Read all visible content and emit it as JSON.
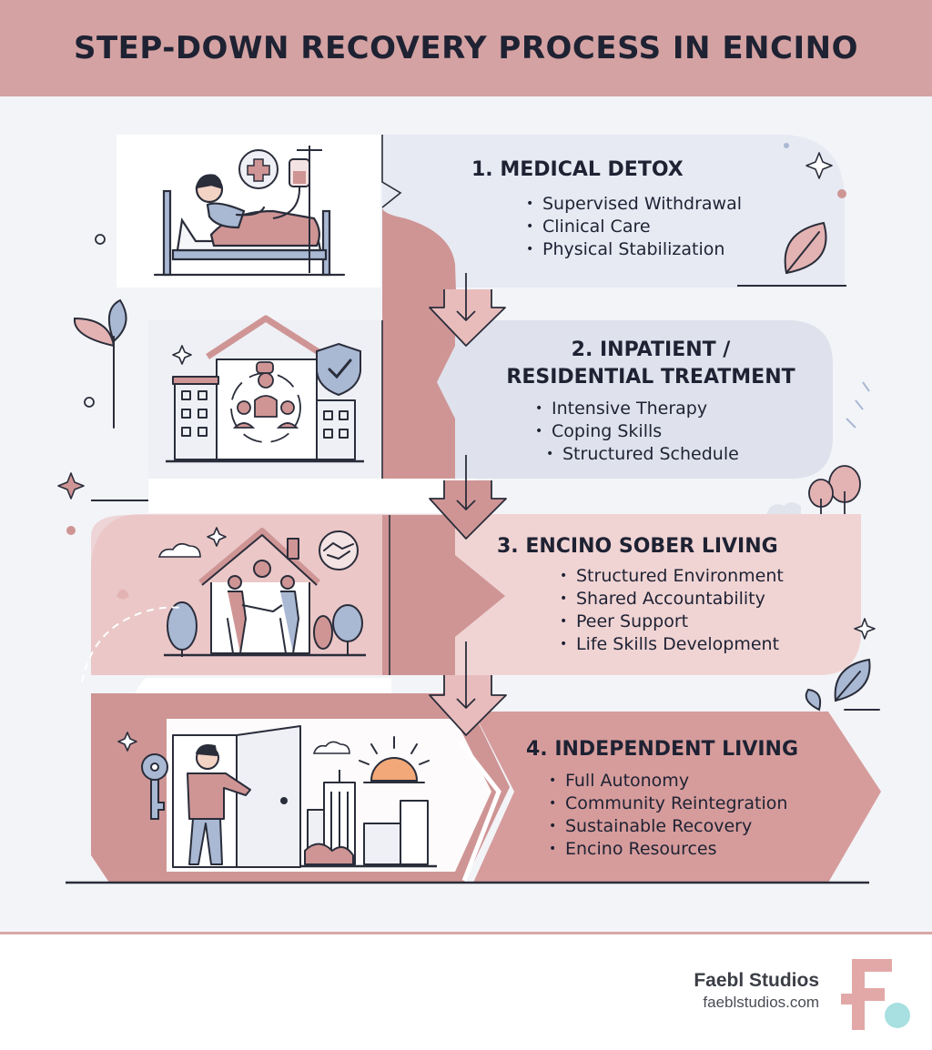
{
  "header": {
    "title": "STEP-DOWN RECOVERY PROCESS IN ENCINO"
  },
  "steps": [
    {
      "title": "1. MEDICAL DETOX",
      "bullets": [
        "Supervised Withdrawal",
        "Clinical Care",
        "Physical Stabilization"
      ]
    },
    {
      "title": "2. INPATIENT /",
      "title_line2": "RESIDENTIAL TREATMENT",
      "bullets": [
        "Intensive Therapy",
        "Coping Skills",
        "Structured Schedule"
      ]
    },
    {
      "title": "3. ENCINO SOBER LIVING",
      "bullets": [
        "Structured Environment",
        "Shared Accountability",
        "Peer Support",
        "Life Skills Development"
      ]
    },
    {
      "title": "4. INDEPENDENT LIVING",
      "bullets": [
        "Full Autonomy",
        "Community Reintegration",
        "Sustainable Recovery",
        "Encino Resources"
      ]
    }
  ],
  "footer": {
    "brand": "Faebl Studios",
    "url": "faeblstudios.com"
  },
  "colors": {
    "header": "#d4a2a2",
    "rose": "#cf9595",
    "rose_light": "#e8c3c3",
    "lavender": "#dde1ec",
    "navy": "#1e2233",
    "teal_dot": "#a8dfe0"
  },
  "icons": [
    "hospital-bed-icon",
    "medical-cross-icon",
    "iv-drip-icon",
    "treatment-building-icon",
    "shield-check-icon",
    "group-therapy-icon",
    "sober-house-icon",
    "handshake-icon",
    "open-door-icon",
    "key-icon",
    "city-skyline-icon",
    "sun-icon",
    "leaf-icon",
    "sparkle-icon",
    "tree-icon"
  ]
}
